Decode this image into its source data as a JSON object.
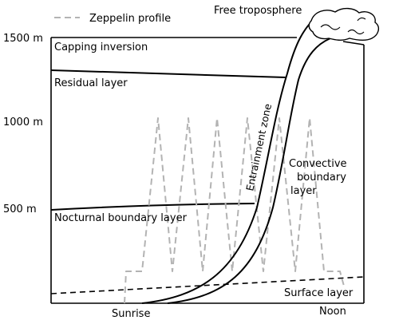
{
  "legend": {
    "label": "Zeppelin profile"
  },
  "labels": {
    "free_troposphere": "Free troposphere",
    "capping_inversion": "Capping inversion",
    "residual_layer": "Residual layer",
    "entrainment_zone": "Entrainment zone",
    "convective_line1": "Convective",
    "convective_line2": "boundary",
    "convective_line3": "layer",
    "nocturnal_boundary_layer": "Nocturnal boundary layer",
    "surface_layer": "Surface layer",
    "sunrise": "Sunrise",
    "noon": "Noon"
  },
  "y_axis": {
    "ticks": [
      "1500 m",
      "1000 m",
      "500 m"
    ]
  },
  "colors": {
    "line": "#000000",
    "zeppelin": "#b3b3b3",
    "background": "#ffffff"
  }
}
